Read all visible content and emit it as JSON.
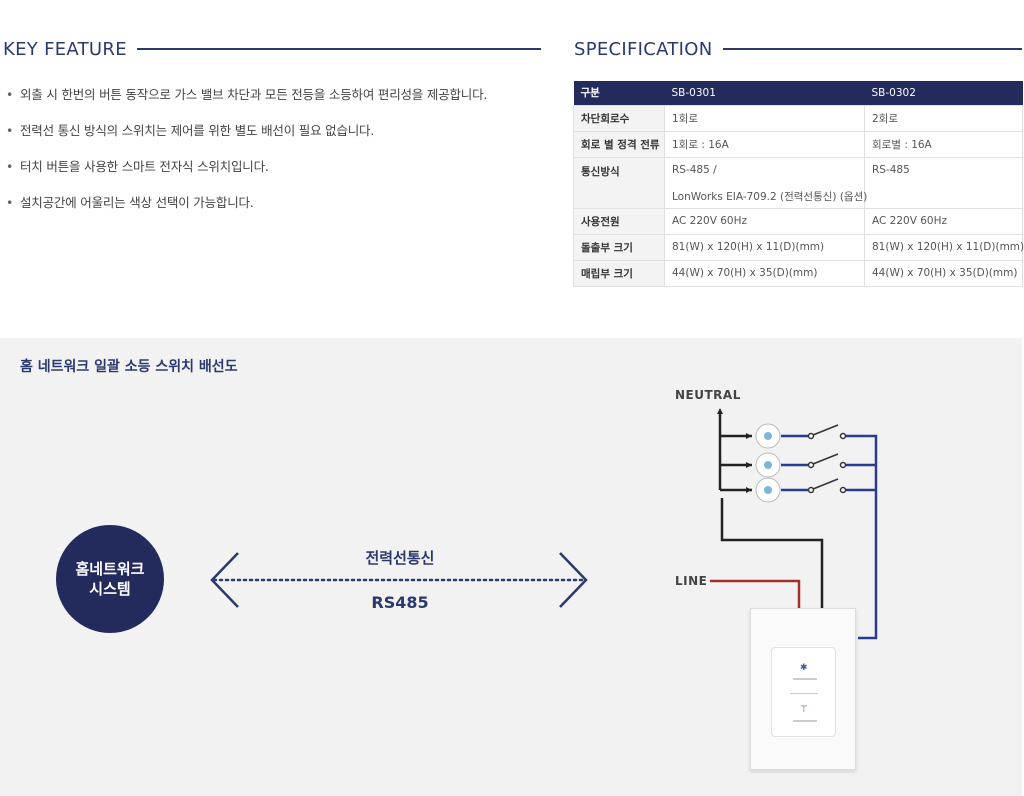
{
  "key_feature": {
    "title": "KEY FEATURE",
    "items": [
      "외출 시 한번의 버튼 동작으로 가스 밸브 차단과 모든 전등을 소등하여 편리성을 제공합니다.",
      "전력선 통신 방식의 스위치는 제어를 위한 별도 배선이 필요 없습니다.",
      "터치 버튼을 사용한 스마트 전자식 스위치입니다.",
      "설치공간에 어울리는 색상 선택이 가능합니다."
    ]
  },
  "specification": {
    "title": "SPECIFICATION",
    "headers": [
      "구분",
      "SB-0301",
      "SB-0302"
    ],
    "rows": [
      {
        "label": "차단회로수",
        "col1": "1회로",
        "col2": "2회로"
      },
      {
        "label": "회로 별 정격 전류",
        "col1": "1회로 : 16A",
        "col2": "회로별 : 16A"
      },
      {
        "label": "통신방식",
        "col1_line1": "RS-485 /",
        "col1_line2": "LonWorks EIA-709.2 (전력선통신) (옵션)",
        "col2": "RS-485"
      },
      {
        "label": "사용전원",
        "col1": "AC 220V 60Hz",
        "col2": "AC 220V 60Hz"
      },
      {
        "label": "돌출부 크기",
        "col1": "81(W) x 120(H) x 11(D)(mm)",
        "col2": "81(W) x 120(H) x 11(D)(mm)"
      },
      {
        "label": "매립부 크기",
        "col1": "44(W) x 70(H) x 35(D)(mm)",
        "col2": "44(W) x 70(H) x 35(D)(mm)"
      }
    ]
  },
  "diagram": {
    "title": "홈 네트워크 일괄 소등 스위치 배선도",
    "system_line1": "홈네트워크",
    "system_line2": "시스템",
    "comm_top": "전력선통신",
    "comm_bottom": "RS485",
    "neutral_label": "NEUTRAL",
    "line_label": "LINE"
  },
  "colors": {
    "navy": "#232a5c",
    "heading": "#2b3a6e",
    "line_wire": "#a3302a",
    "blue_wire": "#2a3c8f"
  },
  "icons": [
    "lamp-icon",
    "switch-icon",
    "double-arrow-icon"
  ]
}
